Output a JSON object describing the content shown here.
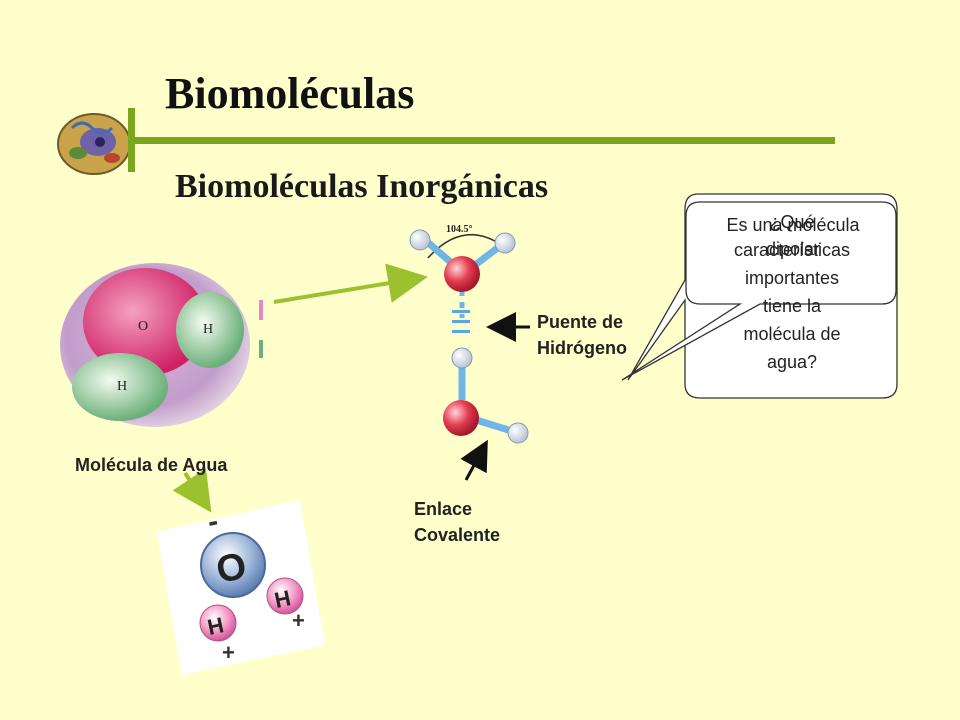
{
  "slide": {
    "title": "Biomoléculas",
    "subtitle": "Biomoléculas Inorgánicas"
  },
  "labels": {
    "molecula_agua": "Molécula  de Agua",
    "puente_line1": "Puente de",
    "puente_line2": "Hidrógeno",
    "enlace_line1": "Enlace",
    "enlace_line2": "Covalente"
  },
  "diagram": {
    "angle": "104.5°",
    "atom_o": "O",
    "atom_h": "H",
    "charge_minus": "-",
    "charge_plus": "+"
  },
  "callouts": {
    "question_lines": [
      "¿Qué",
      "características",
      "importantes",
      "tiene la",
      "molécula de",
      "agua?"
    ],
    "answer_lines": [
      "Es una molécula",
      "dipolar"
    ]
  },
  "colors": {
    "background": "#FFFFCC",
    "accent_green": "#7AA51E",
    "oxygen_red": "#E0334A",
    "hydrogen_white": "#FFFFFF",
    "bond_blue": "#6FB5E8"
  }
}
